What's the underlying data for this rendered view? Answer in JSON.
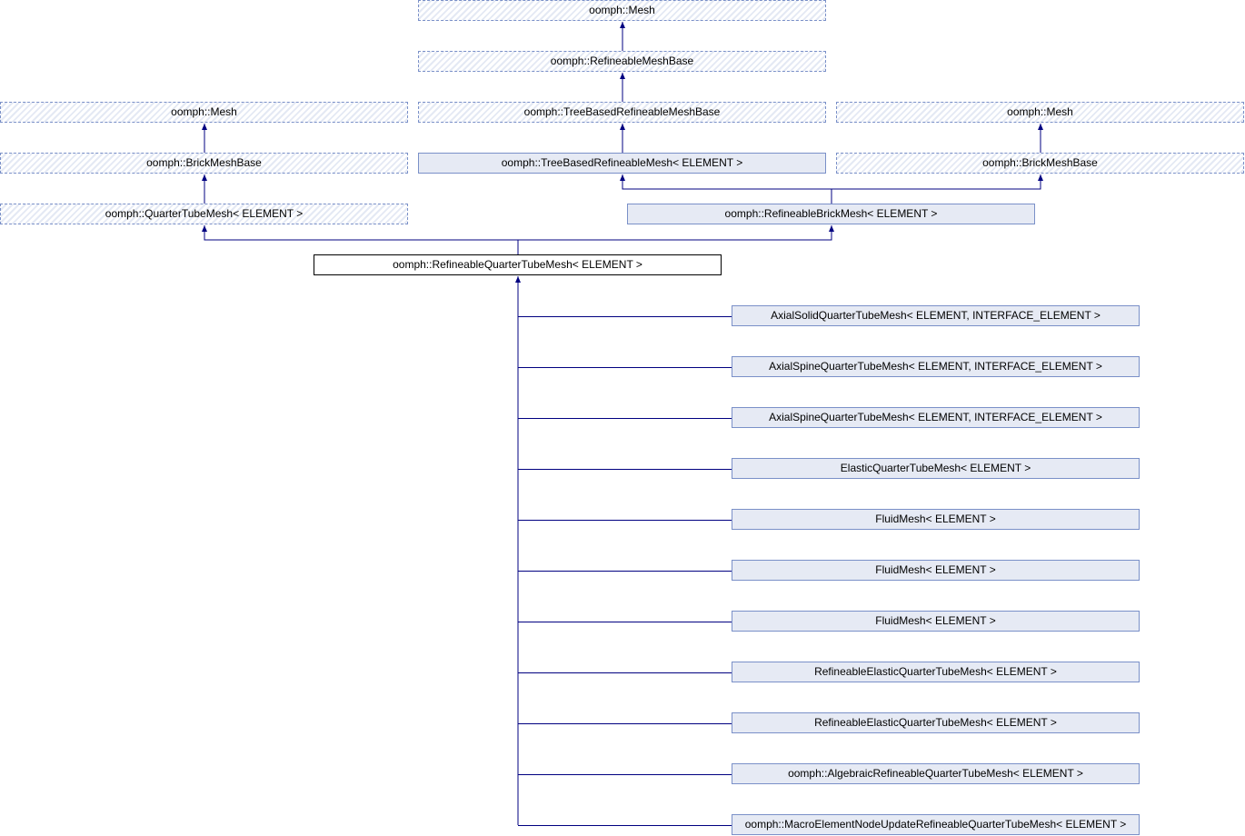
{
  "ancestors": {
    "mesh_top": "oomph::Mesh",
    "refineable_mesh_base": "oomph::RefineableMeshBase",
    "tree_based_refineable_mesh_base": "oomph::TreeBasedRefineableMeshBase",
    "mesh_left": "oomph::Mesh",
    "mesh_right": "oomph::Mesh",
    "brick_mesh_base_left": "oomph::BrickMeshBase",
    "brick_mesh_base_right": "oomph::BrickMeshBase",
    "tree_based_refineable_mesh": "oomph::TreeBasedRefineableMesh< ELEMENT >",
    "quarter_tube_mesh": "oomph::QuarterTubeMesh< ELEMENT >",
    "refineable_brick_mesh": "oomph::RefineableBrickMesh< ELEMENT >"
  },
  "current": "oomph::RefineableQuarterTubeMesh< ELEMENT >",
  "children": [
    "AxialSolidQuarterTubeMesh< ELEMENT, INTERFACE_ELEMENT >",
    "AxialSpineQuarterTubeMesh< ELEMENT, INTERFACE_ELEMENT >",
    "AxialSpineQuarterTubeMesh< ELEMENT, INTERFACE_ELEMENT >",
    "ElasticQuarterTubeMesh< ELEMENT >",
    "FluidMesh< ELEMENT >",
    "FluidMesh< ELEMENT >",
    "FluidMesh< ELEMENT >",
    "RefineableElasticQuarterTubeMesh< ELEMENT >",
    "RefineableElasticQuarterTubeMesh< ELEMENT >",
    "oomph::AlgebraicRefineableQuarterTubeMesh< ELEMENT >",
    "oomph::MacroElementNodeUpdateRefineableQuarterTubeMesh< ELEMENT >"
  ],
  "colors": {
    "edge": "#000080",
    "border": "#7a90c8"
  }
}
